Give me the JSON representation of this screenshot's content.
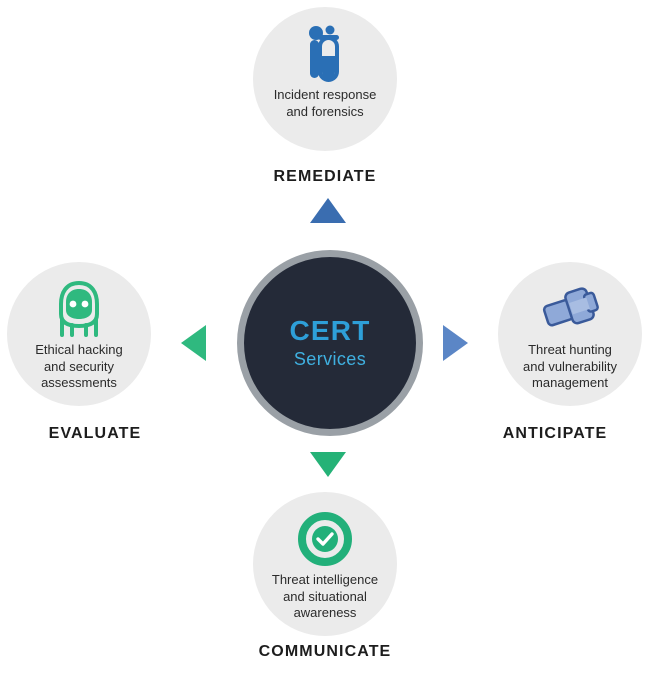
{
  "hub": {
    "title": "CERT",
    "subtitle": "Services",
    "fill_color": "#242a38",
    "ring_color": "#9aa0a6",
    "title_color": "#2e9fd8",
    "subtitle_color": "#3fb0e0"
  },
  "nodes": [
    {
      "id": "remediate",
      "stage_label": "REMEDIATE",
      "description": "Incident response and forensics",
      "description_line1": "Incident response",
      "description_line2": "and forensics",
      "icon": "test-tube-icon",
      "icon_color": "#2a6fb5",
      "arrow_color": "#3a6db0",
      "circle_color": "#ebebeb"
    },
    {
      "id": "anticipate",
      "stage_label": "ANTICIPATE",
      "description": "Threat hunting and vulnerability management",
      "description_line1": "Threat hunting",
      "description_line2": "and vulnerability",
      "description_line3": "management",
      "icon": "magnifier-flashlight-icon",
      "icon_color": "#5b86c6",
      "arrow_color": "#5b86c6",
      "circle_color": "#ebebeb"
    },
    {
      "id": "communicate",
      "stage_label": "COMMUNICATE",
      "description": "Threat intelligence and situational awareness",
      "description_line1": "Threat intelligence",
      "description_line2": "and situational",
      "description_line3": "awareness",
      "icon": "gear-check-icon",
      "icon_color": "#22b07a",
      "arrow_color": "#25b277",
      "circle_color": "#ebebeb"
    },
    {
      "id": "evaluate",
      "stage_label": "EVALUATE",
      "description": "Ethical hacking and security assessments",
      "description_line1": "Ethical hacking",
      "description_line2": "and security",
      "description_line3": "assessments",
      "icon": "hacker-hoodie-icon",
      "icon_color": "#2fb97f",
      "arrow_color": "#2fb97f",
      "circle_color": "#ebebeb"
    }
  ]
}
